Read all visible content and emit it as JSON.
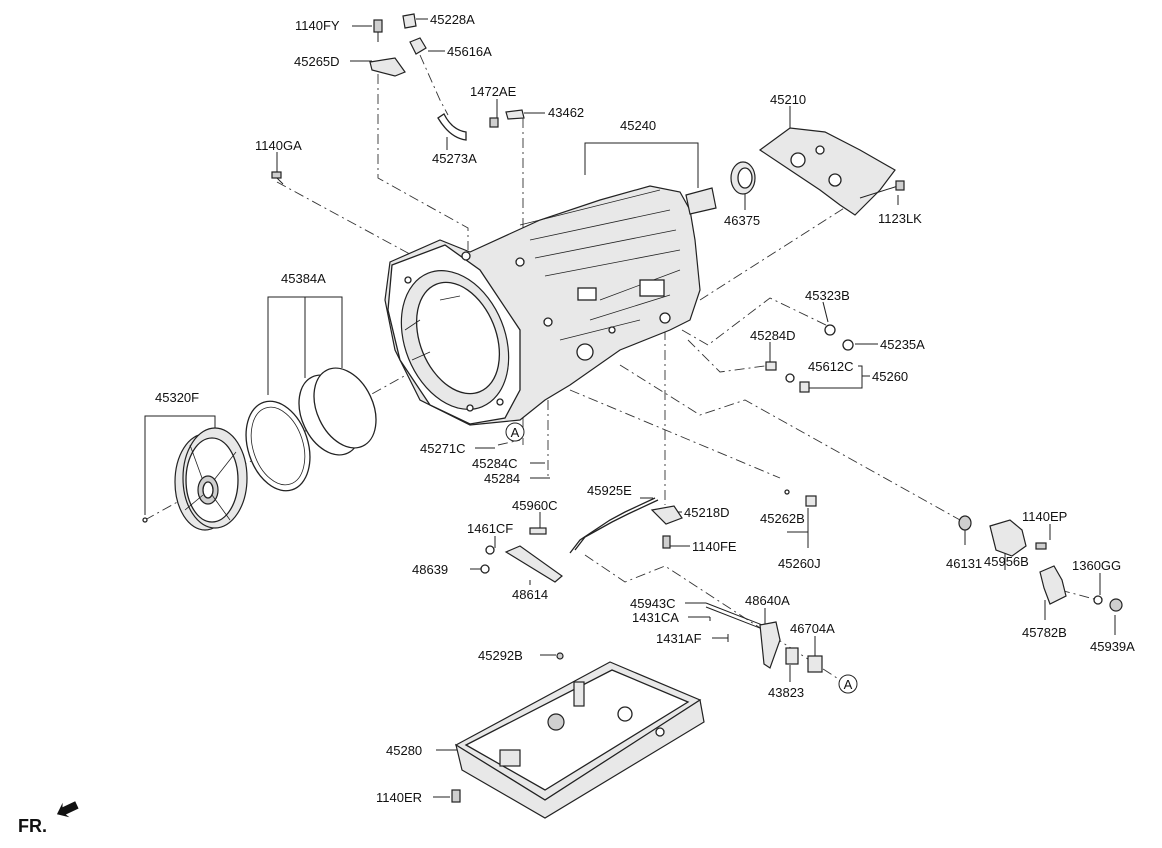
{
  "labels": {
    "p1140FY": "1140FY",
    "p45228A": "45228A",
    "p45616A": "45616A",
    "p45265D": "45265D",
    "p1472AE": "1472AE",
    "p43462": "43462",
    "p45273A": "45273A",
    "p45240": "45240",
    "p45210": "45210",
    "p1140GA": "1140GA",
    "p46375": "46375",
    "p1123LK": "1123LK",
    "p45384A": "45384A",
    "p45323B": "45323B",
    "p45235A": "45235A",
    "p45284D": "45284D",
    "p45612C": "45612C",
    "p45260": "45260",
    "p45320F": "45320F",
    "p45271C": "45271C",
    "p45284C": "45284C",
    "p45284": "45284",
    "p45925E": "45925E",
    "p45960C": "45960C",
    "p45218D": "45218D",
    "p45262B": "45262B",
    "p1461CF": "1461CF",
    "p1140FE": "1140FE",
    "p45260J": "45260J",
    "p46131": "46131",
    "p1140EP": "1140EP",
    "p45956B": "45956B",
    "p1360GG": "1360GG",
    "p48639": "48639",
    "p48614": "48614",
    "p45943C": "45943C",
    "p48640A": "48640A",
    "p1431CA": "1431CA",
    "p46704A": "46704A",
    "p1431AF": "1431AF",
    "p45782B": "45782B",
    "p45939A": "45939A",
    "p45292B": "45292B",
    "p43823": "43823",
    "p45280": "45280",
    "p1140ER": "1140ER"
  },
  "callouts": {
    "a1": "A",
    "a2": "A"
  },
  "front_marker": "FR."
}
